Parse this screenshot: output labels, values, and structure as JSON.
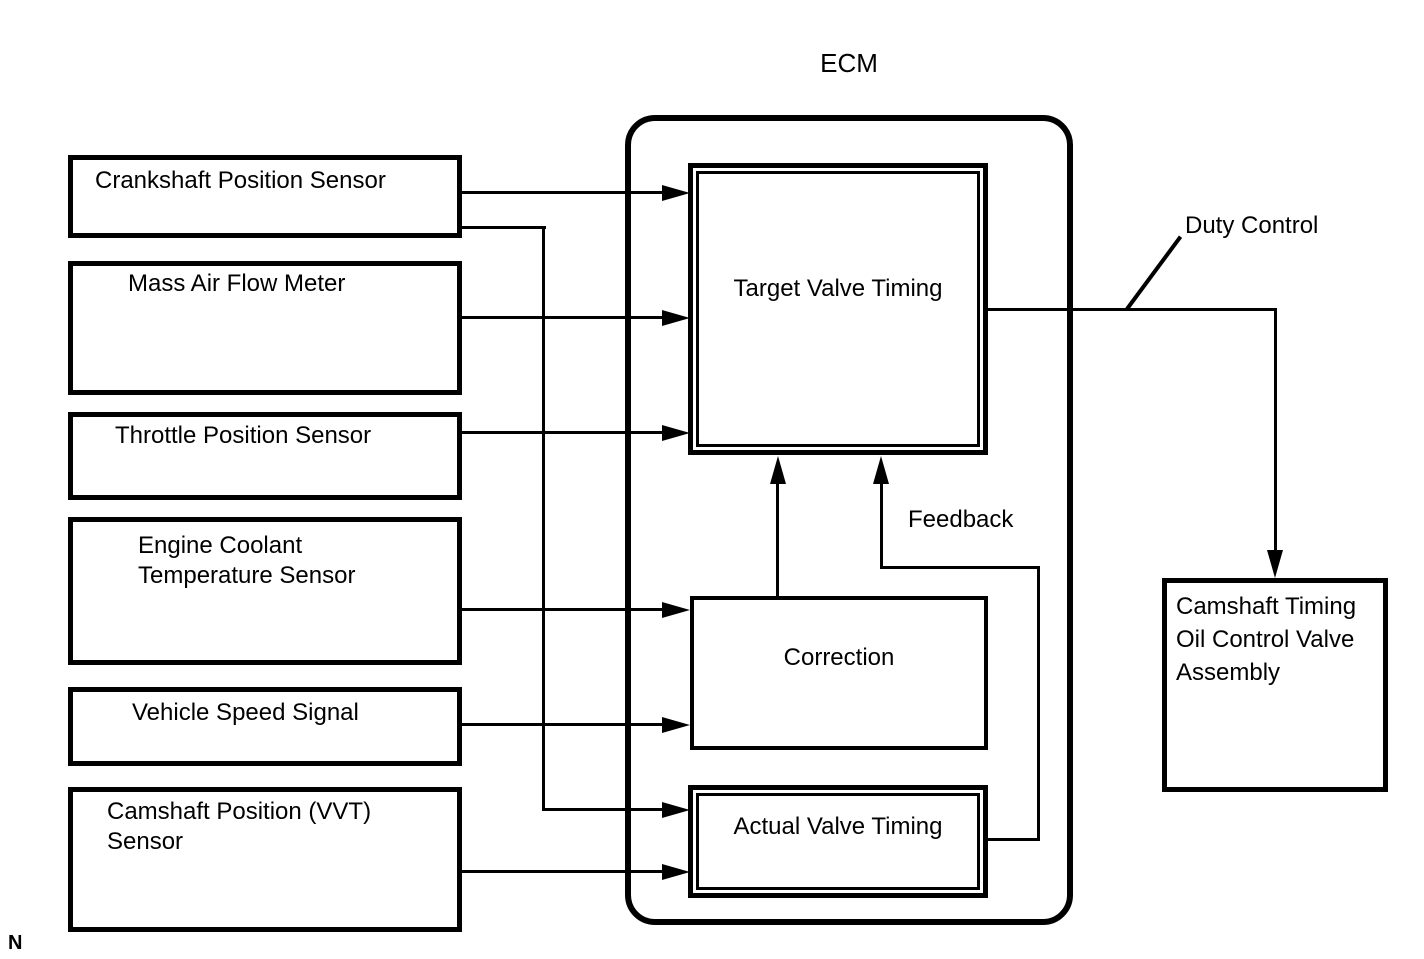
{
  "diagram": {
    "page_marker": "N",
    "ecm": {
      "title": "ECM",
      "blocks": {
        "target_valve_timing": "Target Valve Timing",
        "correction": "Correction",
        "actual_valve_timing": "Actual Valve Timing"
      }
    },
    "sensors": [
      {
        "lines": [
          "Crankshaft Position Sensor"
        ]
      },
      {
        "lines": [
          "Mass Air Flow Meter"
        ]
      },
      {
        "lines": [
          "Throttle Position Sensor"
        ]
      },
      {
        "lines": [
          "Engine Coolant",
          "Temperature Sensor"
        ]
      },
      {
        "lines": [
          "Vehicle Speed Signal"
        ]
      },
      {
        "lines": [
          "Camshaft Position (VVT)",
          "Sensor"
        ]
      }
    ],
    "annotations": {
      "feedback": "Feedback",
      "duty_control": "Duty Control"
    },
    "actuator": {
      "lines": [
        "Camshaft Timing",
        "Oil Control Valve",
        "Assembly"
      ]
    },
    "colors": {
      "line": "#000000",
      "text": "#000000",
      "background": "#ffffff"
    }
  }
}
